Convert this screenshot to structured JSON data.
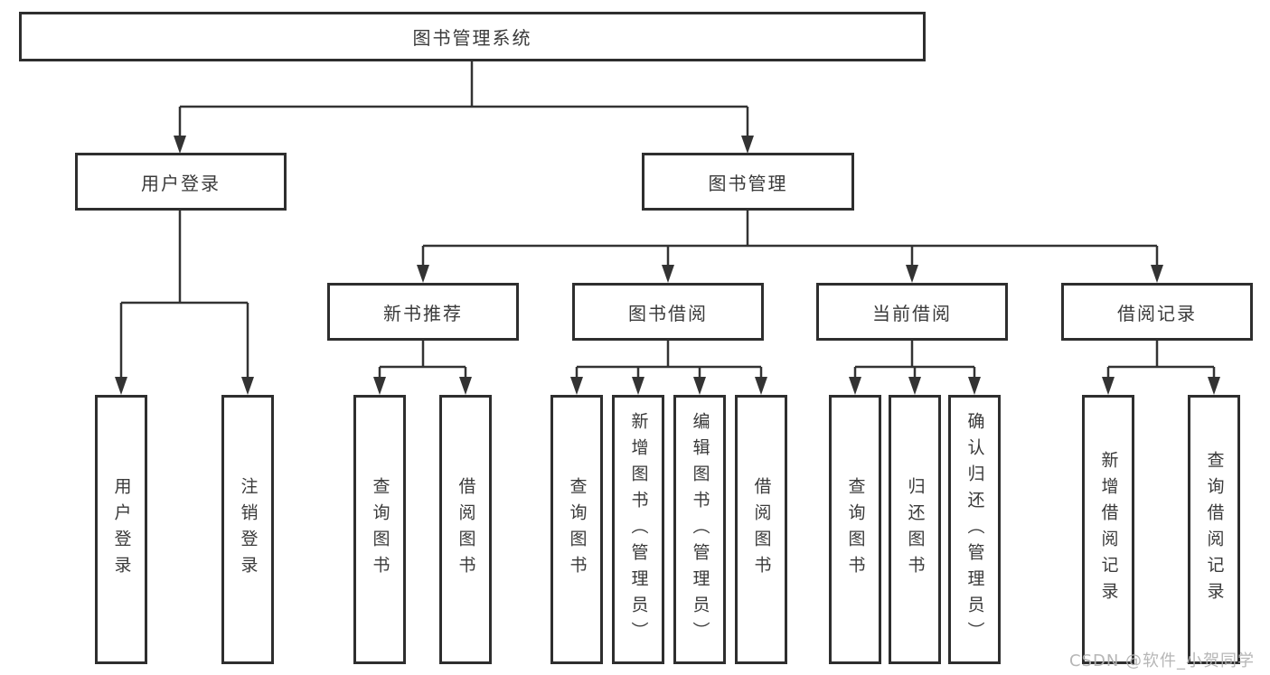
{
  "diagram": {
    "tree": {
      "root": {
        "label": "图书管理系统",
        "children": [
          {
            "label": "用户登录",
            "children": [
              {
                "label": "用户登录"
              },
              {
                "label": "注销登录"
              }
            ]
          },
          {
            "label": "图书管理",
            "children": [
              {
                "label": "新书推荐",
                "children": [
                  {
                    "label": "查询图书"
                  },
                  {
                    "label": "借阅图书"
                  }
                ]
              },
              {
                "label": "图书借阅",
                "children": [
                  {
                    "label": "查询图书"
                  },
                  {
                    "label": "新增图书（管理员）"
                  },
                  {
                    "label": "编辑图书（管理员）"
                  },
                  {
                    "label": "借阅图书"
                  }
                ]
              },
              {
                "label": "当前借阅",
                "children": [
                  {
                    "label": "查询图书"
                  },
                  {
                    "label": "归还图书"
                  },
                  {
                    "label": "确认归还（管理员）"
                  }
                ]
              },
              {
                "label": "借阅记录",
                "children": [
                  {
                    "label": "新增借阅记录"
                  },
                  {
                    "label": "查询借阅记录"
                  }
                ]
              }
            ]
          }
        ]
      }
    },
    "colors": {
      "line": "#333333",
      "box_border": "#2e2e2e",
      "text": "#3a3a3a",
      "background": "#ffffff",
      "watermark": "#b2b2b2"
    }
  },
  "watermark": {
    "text": "CSDN @软件_小贺同学"
  }
}
